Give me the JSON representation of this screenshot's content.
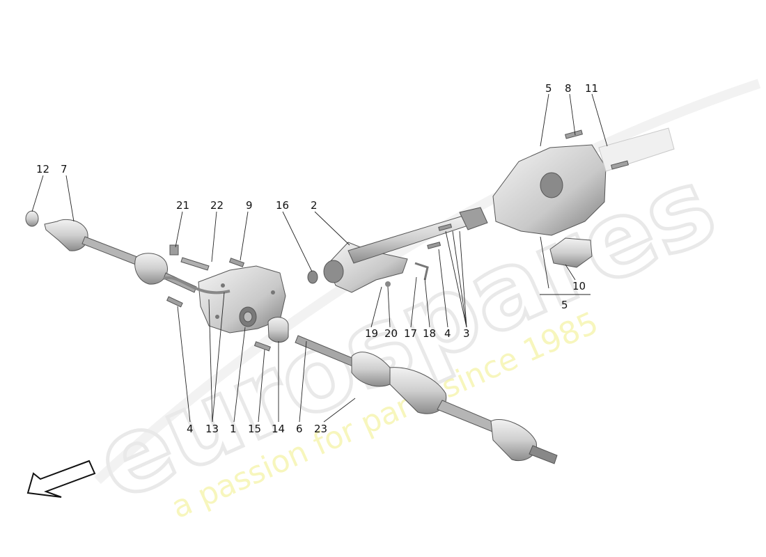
{
  "watermark": {
    "logo": "eurospares",
    "tagline": "a passion for parts since 1985"
  },
  "callouts": {
    "c12": "12",
    "c7": "7",
    "c21": "21",
    "c22": "22",
    "c9": "9",
    "c16": "16",
    "c2": "2",
    "c5top": "5",
    "c8": "8",
    "c11": "11",
    "c10": "10",
    "c5bottom": "5",
    "c19": "19",
    "c20": "20",
    "c17": "17",
    "c18": "18",
    "c4mid": "4",
    "c3": "3",
    "c4left": "4",
    "c13": "13",
    "c1": "1",
    "c15": "15",
    "c14": "14",
    "c6": "6",
    "c23": "23"
  },
  "colors": {
    "part_fill": "#dcdcdc",
    "part_dark": "#9a9a9a",
    "watermark_yellow": "#f1ee86",
    "watermark_grey": "#e9e9e9"
  },
  "icons": {
    "direction_arrow": "front-direction-arrow-icon"
  }
}
